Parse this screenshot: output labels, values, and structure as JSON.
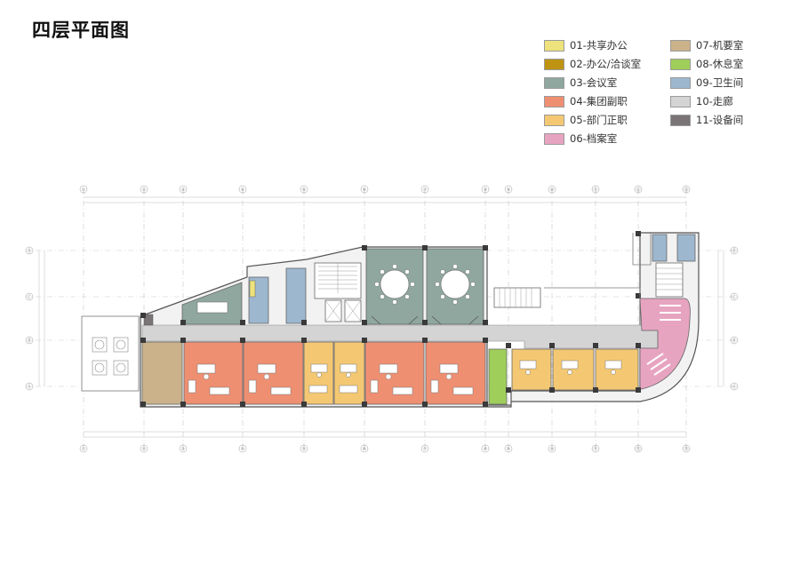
{
  "title": "四层平面图",
  "legend": [
    {
      "label": "01-共享办公",
      "color": "#ede27c"
    },
    {
      "label": "02-办公/洽谈室",
      "color": "#bf9312"
    },
    {
      "label": "03-会议室",
      "color": "#8fa79f"
    },
    {
      "label": "04-集团副职",
      "color": "#ef8f72"
    },
    {
      "label": "05-部门正职",
      "color": "#f4c873"
    },
    {
      "label": "06-档案室",
      "color": "#e7a4c0"
    },
    {
      "label": "07-机要室",
      "color": "#cbb28a"
    },
    {
      "label": "08-休息室",
      "color": "#9fce5b"
    },
    {
      "label": "09-卫生间",
      "color": "#9db7cf"
    },
    {
      "label": "10-走廊",
      "color": "#d4d4d4"
    },
    {
      "label": "11-设备间",
      "color": "#7a7477"
    }
  ],
  "grid_axes": {
    "columns": [
      "①",
      "②",
      "③",
      "④",
      "⑤",
      "⑥",
      "⑦",
      "⑧",
      "⑨",
      "⑩",
      "⑪",
      "⑫",
      "⑬"
    ],
    "rows": [
      "Ⓓ",
      "Ⓒ",
      "Ⓑ",
      "Ⓐ"
    ]
  }
}
